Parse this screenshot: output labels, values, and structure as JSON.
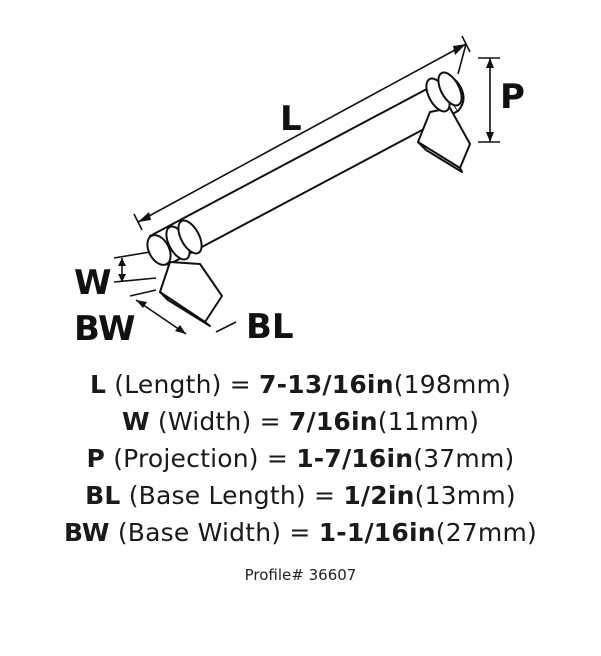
{
  "diagram": {
    "labels": {
      "length": "L",
      "projection": "P",
      "width": "W",
      "base_width": "BW",
      "base_length": "BL"
    }
  },
  "specs": [
    {
      "code": "L",
      "desc": "(Length)",
      "eq": "=",
      "imp": "7-13/16in",
      "metric": "(198mm)"
    },
    {
      "code": "W",
      "desc": "(Width)",
      "eq": "=",
      "imp": "7/16in",
      "metric": "(11mm)"
    },
    {
      "code": "P",
      "desc": "(Projection)",
      "eq": "=",
      "imp": "1-7/16in",
      "metric": "(37mm)"
    },
    {
      "code": "BL",
      "desc": "(Base Length)",
      "eq": "=",
      "imp": "1/2in",
      "metric": "(13mm)"
    },
    {
      "code": "BW",
      "desc": "(Base Width)",
      "eq": "=",
      "imp": "1-1/16in",
      "metric": "(27mm)"
    }
  ],
  "profile": "Profile# 36607"
}
